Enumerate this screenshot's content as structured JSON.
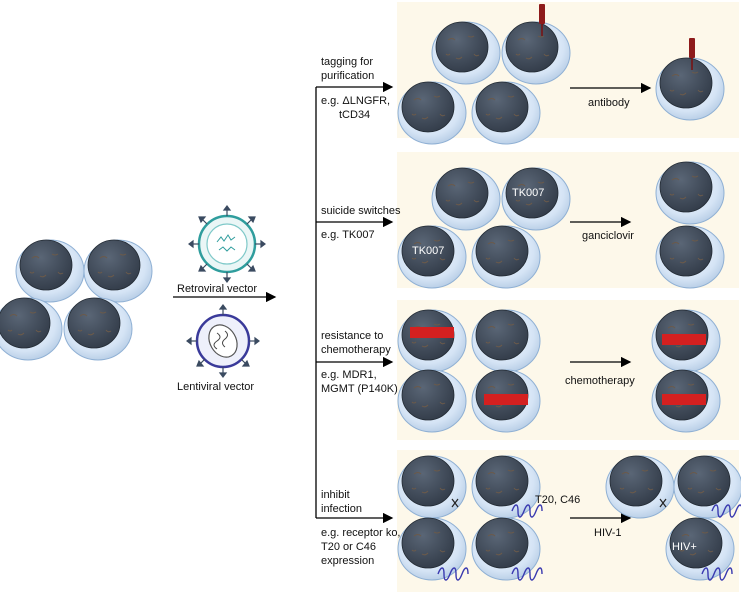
{
  "vectors": {
    "retroviral": "Retroviral vector",
    "lentiviral": "Lentiviral vector"
  },
  "rows": [
    {
      "title_lines": [
        "tagging for",
        "purification"
      ],
      "example_lines": [
        "e.g. ΔLNGFR,",
        "tCD34"
      ],
      "action": "antibody"
    },
    {
      "title_lines": [
        "suicide switches"
      ],
      "example_lines": [
        "e.g. TK007"
      ],
      "action": "ganciclovir",
      "cell_label": "TK007"
    },
    {
      "title_lines": [
        "resistance to",
        "chemotherapy"
      ],
      "example_lines": [
        "e.g. MDR1,",
        "MGMT (P140K)"
      ],
      "action": "chemotherapy"
    },
    {
      "title_lines": [
        "inhibit",
        "infection"
      ],
      "example_lines": [
        "e.g. receptor ko,",
        "T20 or C46",
        "expression"
      ],
      "action": "HIV-1",
      "fusion_label": "T20, C46",
      "infected_label": "HIV+",
      "knockout_mark": "x"
    }
  ],
  "colors": {
    "panel_bg": "#fdf8ea",
    "cell_body": "#cfe0f3",
    "nucleus": "#3f4a58",
    "chemo_band": "#d42020",
    "antibody": "#8e1b1b",
    "fusion_coil": "#3a3ab0"
  }
}
